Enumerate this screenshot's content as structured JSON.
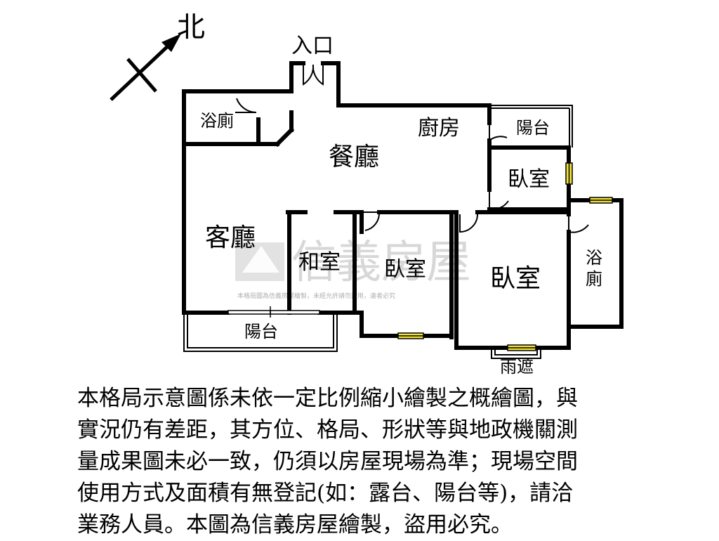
{
  "compass": {
    "north_label": "北"
  },
  "entrance": {
    "label": "入口"
  },
  "rooms": {
    "bath_top_left": "浴廁",
    "kitchen": "廚房",
    "balcony_top": "陽台",
    "dining": "餐廳",
    "bedroom_right_upper": "臥室",
    "living": "客廳",
    "japanese_room": "和室",
    "bedroom_middle": "臥室",
    "bedroom_large": "臥室",
    "bath_right": "浴廁",
    "balcony_bottom": "陽台",
    "canopy": "雨遮"
  },
  "watermark": {
    "brand": "信義房屋",
    "notice": "本格局圖為信義房屋繪製，未經允許請勿盜用，違者必究"
  },
  "disclaimer": {
    "lines": [
      "本格局示意圖係未依一定比例縮小繪製之概繪圖，與",
      "實況仍有差距，其方位、格局、形狀等與地政機關測",
      "量成果圖未必一致，仍須以房屋現場為準；現場空間",
      "使用方式及面積有無登記(如：露台、陽台等)，請洽",
      "業務人員。本圖為信義房屋繪製，盜用必究。"
    ]
  },
  "colors": {
    "wall": "#000000",
    "window": "#f2e23a",
    "watermark": "#b8b8b8"
  }
}
